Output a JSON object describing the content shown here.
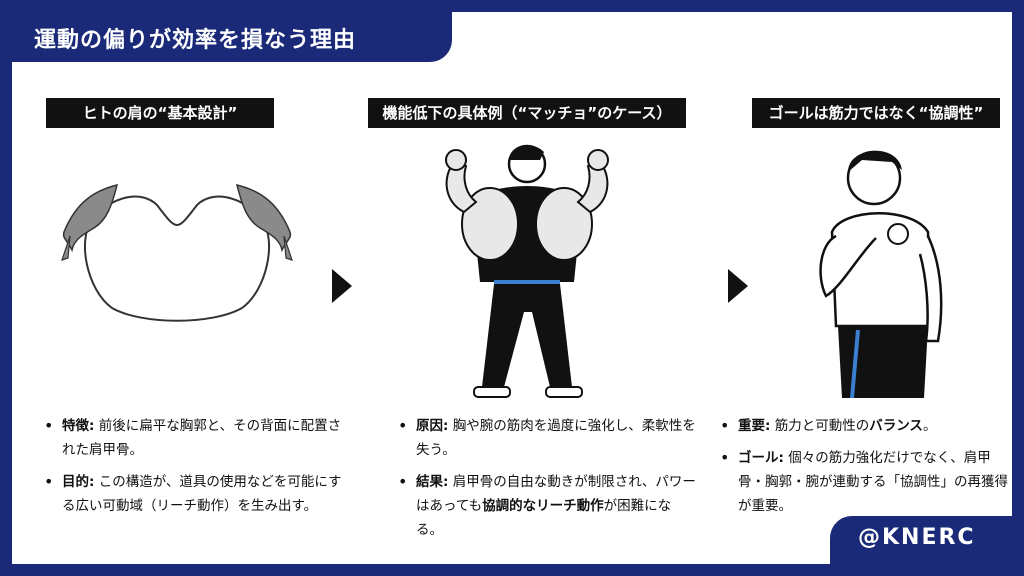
{
  "header": {
    "title": "運動の偏りが効率を損なう理由"
  },
  "columns": [
    {
      "title": "ヒトの肩の“基本設計”",
      "bullets": [
        {
          "label": "特徴:",
          "text": " 前後に扁平な胸郭と、その背面に配置された肩甲骨。"
        },
        {
          "label": "目的:",
          "text": " この構造が、道具の使用などを可能にする広い可動域（リーチ動作）を生み出す。"
        }
      ]
    },
    {
      "title": "機能低下の具体例（“マッチョ”のケース）",
      "bullets": [
        {
          "label": "原因:",
          "text": " 胸や腕の筋肉を過度に強化し、柔軟性を失う。"
        },
        {
          "label": "結果:",
          "text_before": " 肩甲骨の自由な動きが制限され、パワーはあっても",
          "emphasis": "協調的なリーチ動作",
          "text_after": "が困難になる。"
        }
      ]
    },
    {
      "title": "ゴールは筋力ではなく“協調性”",
      "bullets": [
        {
          "label": "重要:",
          "text_before": " 筋力と可動性の",
          "emphasis": "バランス",
          "text_after": "。"
        },
        {
          "label": "ゴール:",
          "text": " 個々の筋力強化だけでなく、肩甲骨・胸郭・腕が連動する「協調性」の再獲得が重要。"
        }
      ]
    }
  ],
  "footer": {
    "brand": "@KNERC"
  },
  "colors": {
    "navy": "#1a2a78",
    "black": "#111111",
    "gray": "#8a8a8a",
    "accent_blue": "#3a7fd0"
  }
}
